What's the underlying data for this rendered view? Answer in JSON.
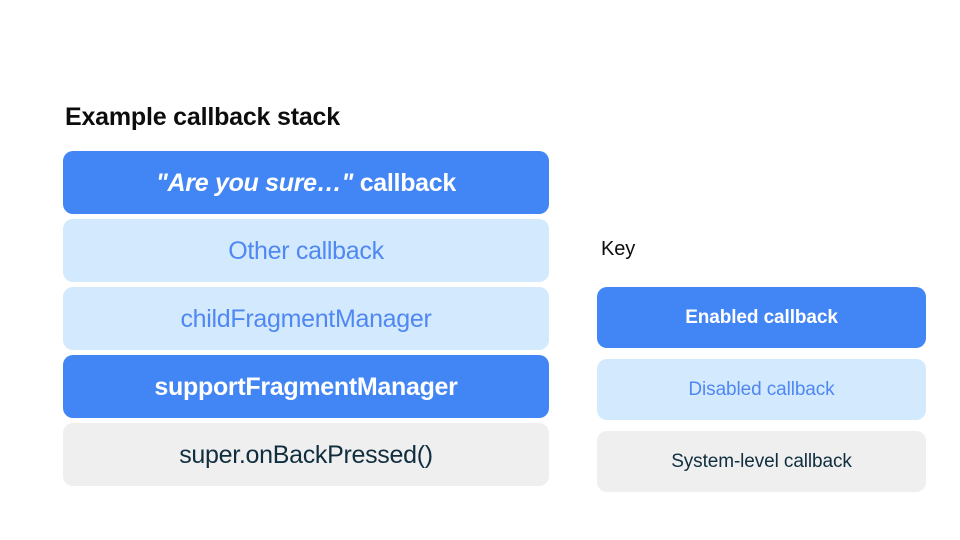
{
  "slide": {
    "background_color": "#ffffff"
  },
  "palette": {
    "enabled_bg": "#4285f4",
    "enabled_text": "#ffffff",
    "disabled_bg": "#d3e9fd",
    "disabled_text": "#4f87f3",
    "system_bg": "#efefef",
    "system_text": "#102e3d",
    "heading_text": "#0d0d0d"
  },
  "stack_panel": {
    "title": "Example callback stack",
    "rows": [
      {
        "label": "\"Are you sure…\" callback",
        "quoted_part": "\"Are you sure…\"",
        "plain_part": " callback",
        "state": "enabled"
      },
      {
        "label": "Other callback",
        "state": "disabled"
      },
      {
        "label": "childFragmentManager",
        "state": "disabled"
      },
      {
        "label": "supportFragmentManager",
        "state": "enabled"
      },
      {
        "label": "super.onBackPressed()",
        "state": "system"
      }
    ]
  },
  "key_panel": {
    "title": "Key",
    "items": [
      {
        "label": "Enabled callback",
        "state": "enabled"
      },
      {
        "label": "Disabled callback",
        "state": "disabled"
      },
      {
        "label": "System-level callback",
        "state": "system"
      }
    ]
  }
}
